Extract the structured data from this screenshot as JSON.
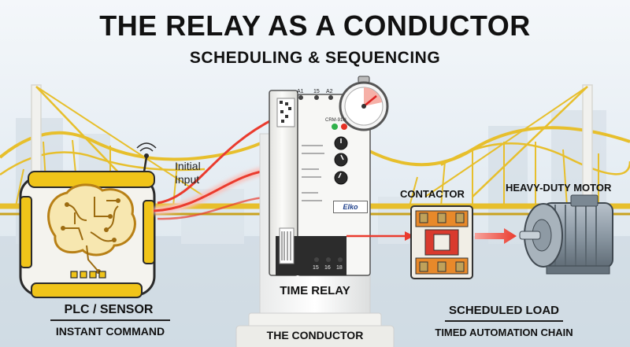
{
  "header": {
    "title": "THE RELAY AS A CONDUCTOR",
    "subtitle": "SCHEDULING & SEQUENCING"
  },
  "signal": {
    "input_label": "Initial\nInput"
  },
  "plc": {
    "title": "PLC / SENSOR",
    "subtitle": "INSTANT COMMAND"
  },
  "relay": {
    "title": "TIME RELAY",
    "subtitle": "THE CONDUCTOR",
    "brand": "Elko",
    "model": "CRM-91H",
    "terminals_top": [
      "A1",
      "15",
      "A2"
    ],
    "terminals_bottom": [
      "15",
      "16",
      "18"
    ]
  },
  "contactor": {
    "label": "CONTACTOR"
  },
  "motor": {
    "label": "HEAVY-DUTY MOTOR"
  },
  "load": {
    "title": "SCHEDULED LOAD",
    "subtitle": "TIMED AUTOMATION CHAIN"
  },
  "colors": {
    "accent_yellow": "#f0c419",
    "signal_red": "#ea3b2e",
    "relay_white": "#f7f7f5",
    "contactor_orange": "#e8892a",
    "motor_steel": "#8c99a4",
    "circuit_gold": "#c8901c"
  },
  "icons": [
    "brain-circuit-icon",
    "stopwatch-icon",
    "antenna-icon"
  ]
}
